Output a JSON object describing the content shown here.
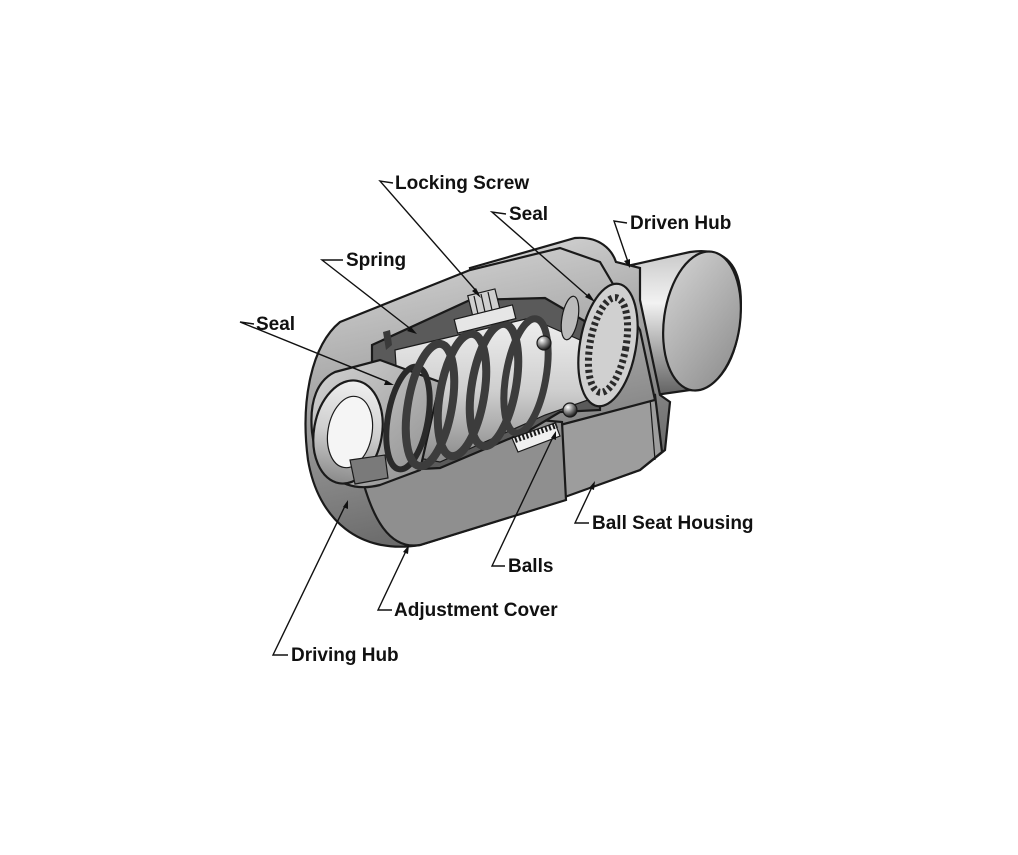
{
  "labels": {
    "locking_screw": "Locking Screw",
    "seal_top": "Seal",
    "driven_hub": "Driven Hub",
    "spring": "Spring",
    "seal_left": "Seal",
    "ball_seat_housing": "Ball Seat Housing",
    "balls": "Balls",
    "adjustment_cover": "Adjustment Cover",
    "driving_hub": "Driving Hub"
  },
  "colors": {
    "outline": "#1a1a1a",
    "metal_light": "#e2e2e2",
    "metal_mid": "#b4b4b4",
    "metal_dark": "#6e6e6e",
    "cut_face": "#9a9a9a",
    "spring": "#3c3c3c"
  }
}
